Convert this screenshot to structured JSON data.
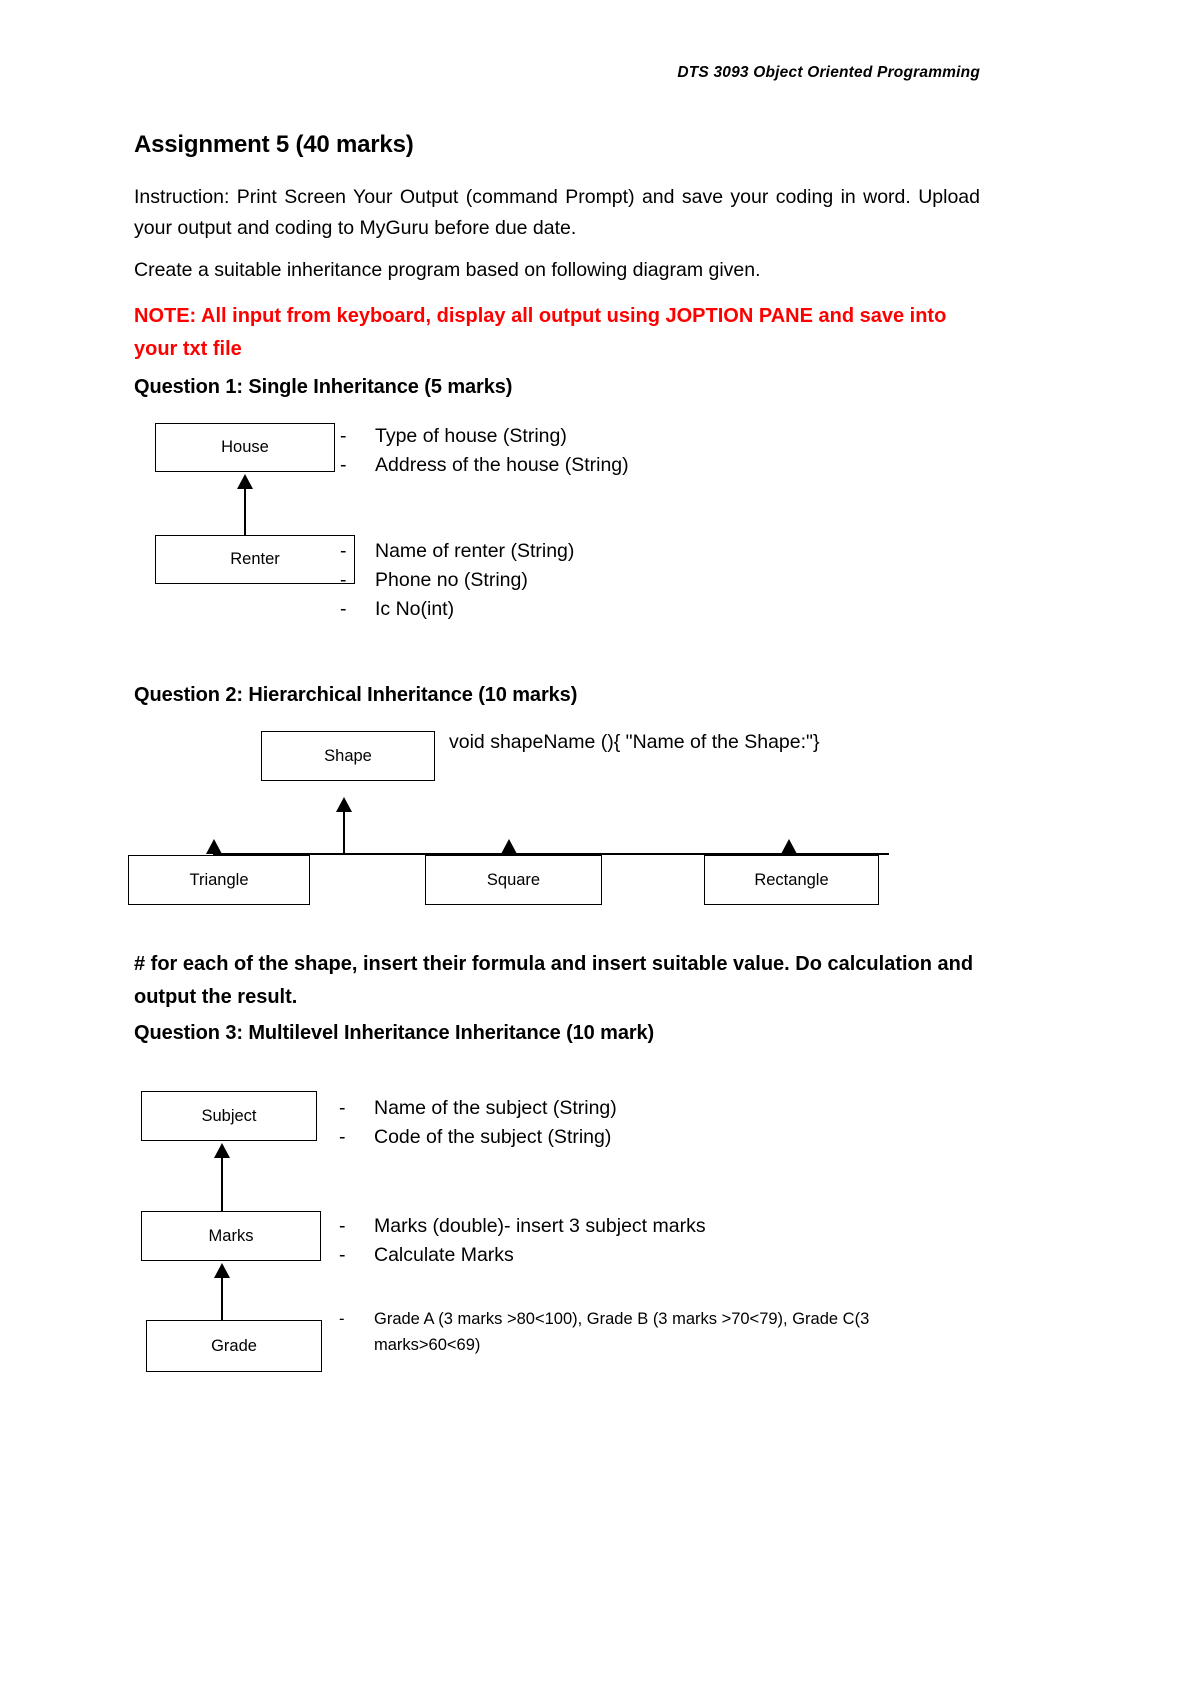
{
  "document": {
    "header": "DTS 3093 Object Oriented Programming",
    "title": "Assignment 5 (40 marks)",
    "instruction": "Instruction: Print Screen Your Output (command Prompt) and save your coding in word. Upload your output and coding to MyGuru before due date.",
    "create_line": "Create a suitable inheritance program based on following diagram given.",
    "note": "NOTE: All input from keyboard, display all output using JOPTION PANE and save into your txt file",
    "note_color": "#FF0000",
    "shape_task_note": "# for each of the shape, insert their formula and insert suitable value. Do calculation and output the result.",
    "dash": "-"
  },
  "question1": {
    "heading": "Question 1: Single Inheritance (5 marks)",
    "parent_box": "House",
    "child_box": "Renter",
    "parent_attributes": [
      "Type of house (String)",
      "Address of the house (String)"
    ],
    "child_attributes": [
      "Name of renter (String)",
      "Phone no (String)",
      "Ic No(int)"
    ]
  },
  "question2": {
    "heading": "Question 2: Hierarchical Inheritance (10 marks)",
    "parent_box": "Shape",
    "method_annotation": "void shapeName (){ \"Name of the Shape:\"}",
    "child_boxes": [
      "Triangle",
      "Square",
      "Rectangle"
    ]
  },
  "question3": {
    "heading": "Question 3: Multilevel Inheritance Inheritance (10 mark)",
    "boxes": [
      "Subject",
      "Marks",
      "Grade"
    ],
    "subject_attributes": [
      "Name of the subject (String)",
      "Code of the subject (String)"
    ],
    "marks_attributes": [
      "Marks (double)- insert 3 subject marks",
      "Calculate Marks"
    ],
    "grade_attributes": [
      "Grade A (3 marks >80<100), Grade B (3 marks >70<79), Grade C(3 marks>60<69)"
    ]
  }
}
